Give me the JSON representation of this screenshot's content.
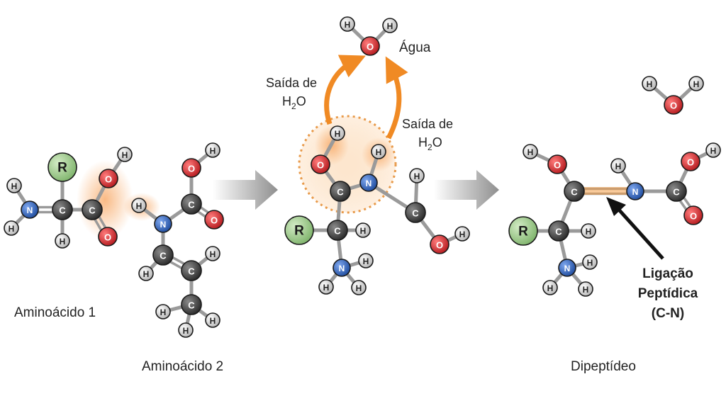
{
  "labels": {
    "amino1": "Aminoácido 1",
    "amino2": "Aminoácido 2",
    "dipeptide": "Dipeptídeo",
    "water": "Água",
    "exit_left_line1": "Saída de",
    "exit_left_line2_main": "H",
    "exit_left_line2_sub": "2",
    "exit_left_line2_end": "O",
    "exit_right_line1": "Saída de",
    "exit_right_line2_main": "H",
    "exit_right_line2_sub": "2",
    "exit_right_line2_end": "O",
    "bond_line1": "Ligação",
    "bond_line2": "Peptídica",
    "bond_line3": "(C-N)"
  },
  "atom_symbols": {
    "H": "H",
    "C": "C",
    "N": "N",
    "O": "O",
    "R": "R"
  },
  "colors": {
    "carbon": "#3a3a3a",
    "nitrogen": "#2f5fb8",
    "oxygen": "#d9262a",
    "hydrogen": "#d8d8d8",
    "r_group": "#8cc27a",
    "glow": "#f7a35c",
    "arrow_orange": "#f08a24",
    "bond_highlight": "#f5a04a",
    "process_arrow": "#9a9a9a"
  }
}
